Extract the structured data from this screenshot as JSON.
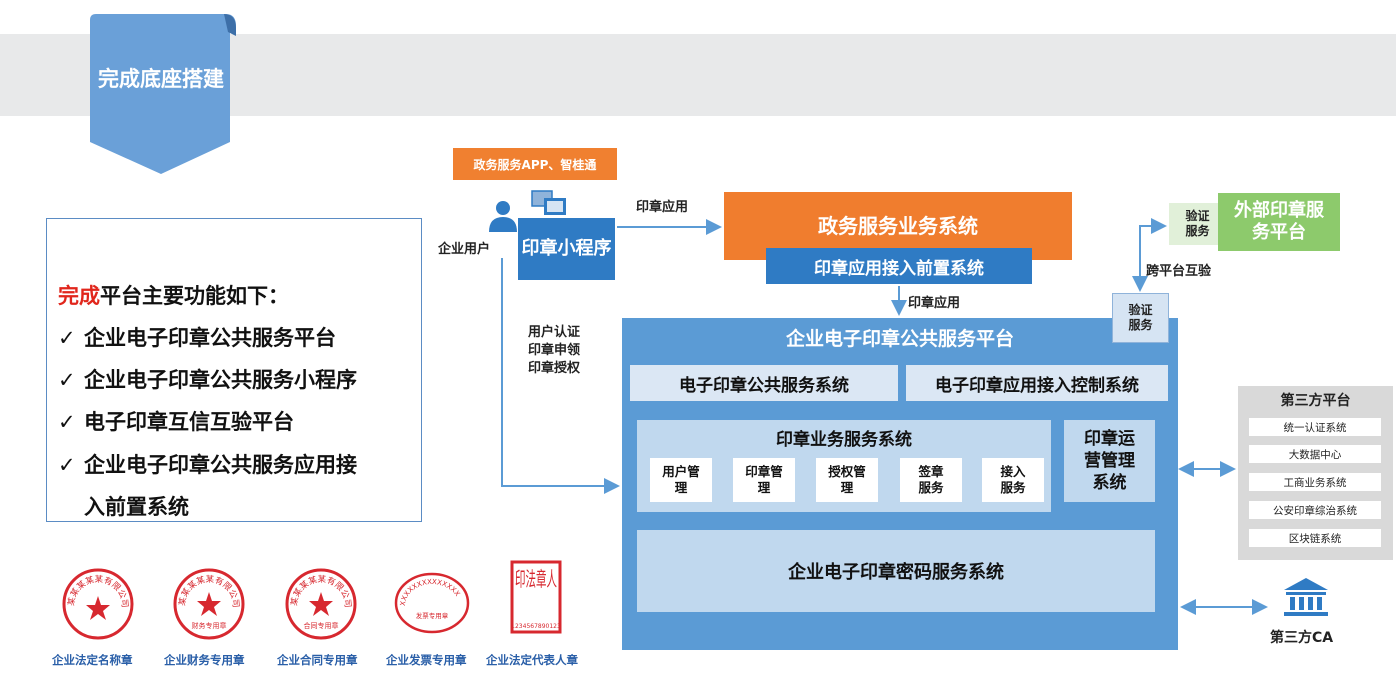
{
  "header": {
    "title": "完成底座搭建"
  },
  "features": {
    "heading_red": "完成",
    "heading_rest": "平台主要功能如下：",
    "check": "✓",
    "items": [
      "企业电子印章公共服务平台",
      "企业电子印章公共服务小程序",
      "电子印章互信互验平台",
      "企业电子印章公共服务应用接",
      "入前置系统"
    ]
  },
  "seals": {
    "stamp_texts": [
      "某某某某某有限公司",
      "某某某某某有限公司",
      "某某某某某有限公司",
      "XXXXXXXXXXXXXX",
      "印法章人"
    ],
    "sub_texts": [
      "",
      "财务专用章",
      "合同专用章",
      "发票专用章",
      "1234567890123"
    ],
    "labels": [
      "企业法定名称章",
      "企业财务专用章",
      "企业合同专用章",
      "企业发票专用章",
      "企业法定代表人章"
    ]
  },
  "diagram": {
    "app_tag": "政务服务APP、智桂通",
    "user_label": "企业用户",
    "mini_program": "印章小程序",
    "seal_app_label_1": "印章应用",
    "gov_system": "政务服务业务系统",
    "gateway_system": "印章应用接入前置系统",
    "seal_app_label_2": "印章应用",
    "auth_labels": [
      "用户认证",
      "印章申领",
      "印章授权"
    ],
    "main_platform_title": "企业电子印章公共服务平台",
    "verify_service": "验证服务",
    "public_service_system": "电子印章公共服务系统",
    "access_control_system": "电子印章应用接入控制系统",
    "biz_system_title": "印章业务服务系统",
    "biz_items": [
      "用户管理",
      "印章管理",
      "授权管理",
      "签章服务",
      "接入服务"
    ],
    "ops_system": "印章运营管理系统",
    "crypto_system": "企业电子印章密码服务系统",
    "ext_verify": "验证服务",
    "ext_platform": "外部印章服务平台",
    "cross_label": "跨平台互验",
    "third_party_title": "第三方平台",
    "third_party_items": [
      "统一认证系统",
      "大数据中心",
      "工商业务系统",
      "公安印章综治系统",
      "区块链系统"
    ],
    "ca_label": "第三方CA"
  },
  "colors": {
    "accent_blue": "#2f7bc4",
    "platform_blue": "#5b9bd5",
    "light_blue": "#c0d8ee",
    "orange": "#f07d2e",
    "green": "#8dca6c",
    "seal_red": "#d7282f",
    "emphasis_red": "#e1261c"
  }
}
